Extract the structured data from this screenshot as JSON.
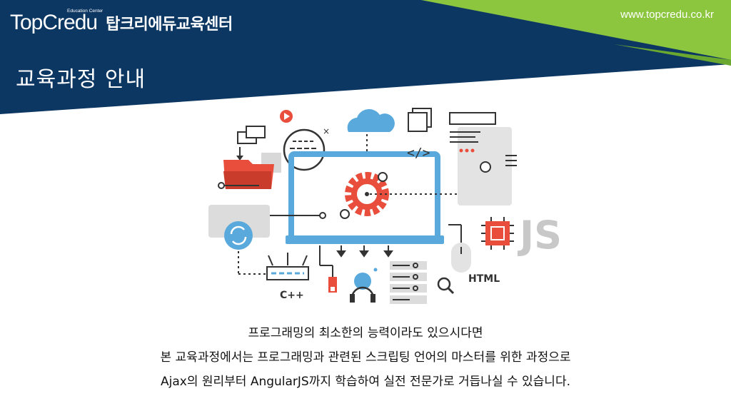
{
  "header": {
    "logo_text": "TopCredu",
    "logo_subtitle": "Education Center",
    "brand_korean": "탑크리에듀교육센터",
    "website": "www.topcredu.co.kr"
  },
  "page": {
    "title": "교육과정 안내"
  },
  "illustration": {
    "language_labels": {
      "cpp": "C++",
      "html": "HTML",
      "js": "JS"
    }
  },
  "description": {
    "line1": "프로그래밍의 최소한의 능력이라도 있으시다면",
    "line2": "본 교육과정에서는 프로그래밍과  관련된 스크립팅 언어의 마스터를 위한 과정으로",
    "line3": "Ajax의 원리부터 AngularJS까지 학습하여 실전 전문가로 거듭나실 수 있습니다."
  },
  "colors": {
    "navy": "#0d3763",
    "green": "#8cc63f",
    "accent_red": "#e94e3c",
    "accent_blue": "#5aa9dc"
  }
}
